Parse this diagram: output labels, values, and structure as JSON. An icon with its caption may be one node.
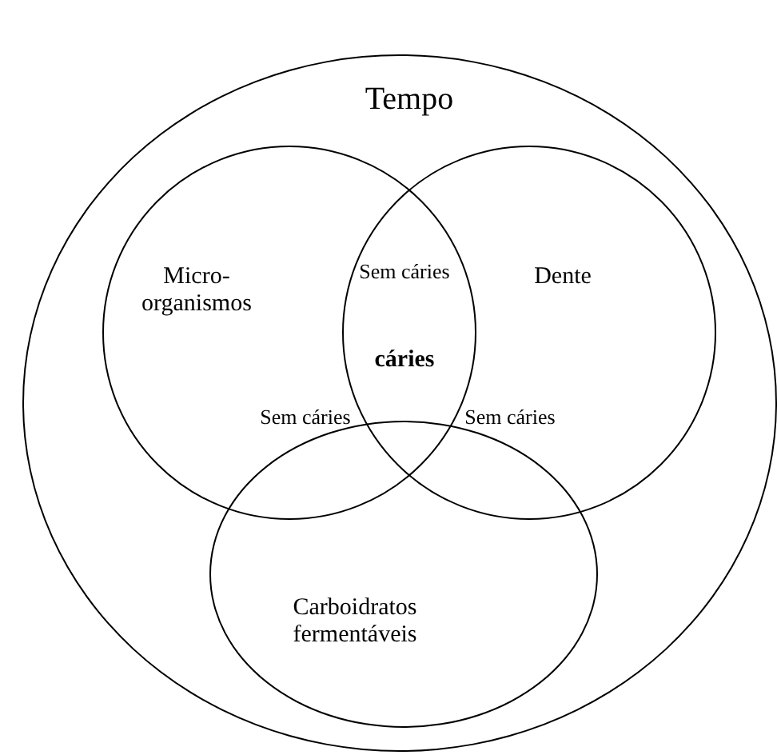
{
  "diagram": {
    "nodes": [
      {
        "text": [
          "Tempo"
        ]
      },
      {
        "text": [
          "Micro-organismos"
        ],
        "in": 0
      },
      {
        "text": [
          "Dente"
        ],
        "in": 0
      },
      {
        "text": [
          "Carboidratos fermentáveis"
        ],
        "in": 0
      }
    ],
    "labels": [
      "Sem cáries",
      "cáries",
      "Sem cáries",
      "Sem cáries"
    ]
  }
}
